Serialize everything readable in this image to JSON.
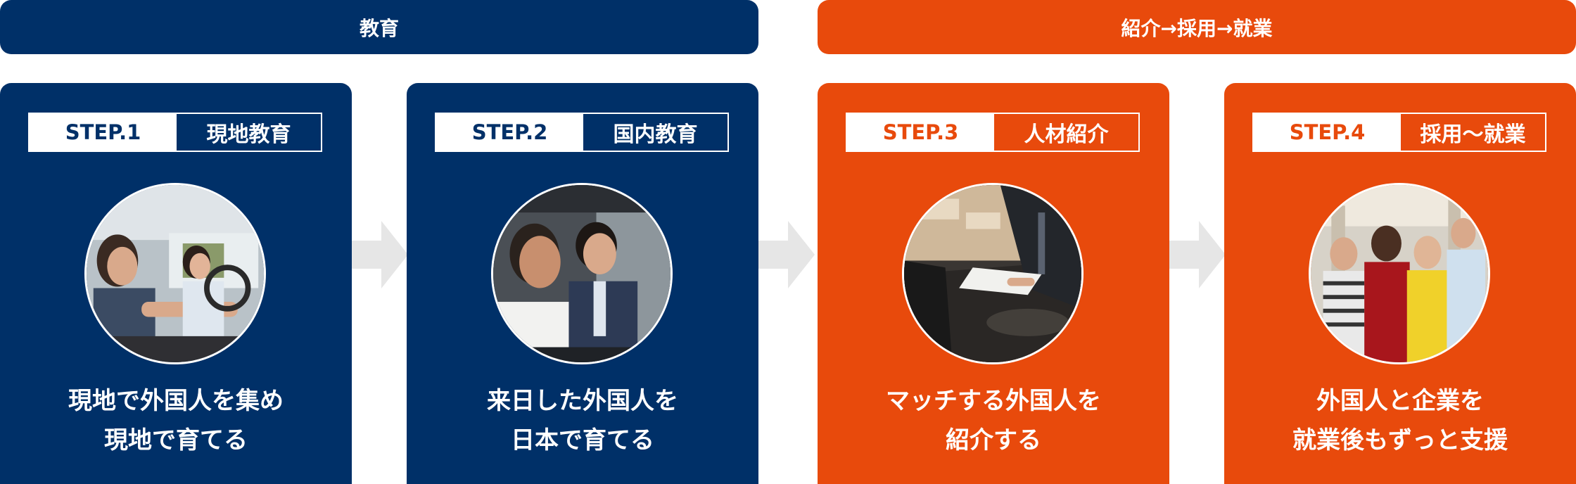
{
  "banners": {
    "education": "教育",
    "placement": "紹介→採用→就業"
  },
  "steps": [
    {
      "label": "STEP.1",
      "title": "現地教育",
      "line1": "現地で外国人を集め",
      "line2": "現地で育てる",
      "image": "driving-lesson-photo"
    },
    {
      "label": "STEP.2",
      "title": "国内教育",
      "line1": "来日した外国人を",
      "line2": "日本で育てる",
      "image": "car-instruction-photo"
    },
    {
      "label": "STEP.3",
      "title": "人材紹介",
      "line1": "マッチする外国人を",
      "line2": "紹介する",
      "image": "business-meeting-photo"
    },
    {
      "label": "STEP.4",
      "title": "採用〜就業",
      "line1": "外国人と企業を",
      "line2": "就業後もずっと支援",
      "image": "diverse-group-photo"
    }
  ],
  "colors": {
    "navy": "#003068",
    "orange": "#E84A0C",
    "arrow": "#E6E6E6"
  },
  "icons": {
    "flow_arrow": "arrow-right-icon"
  }
}
